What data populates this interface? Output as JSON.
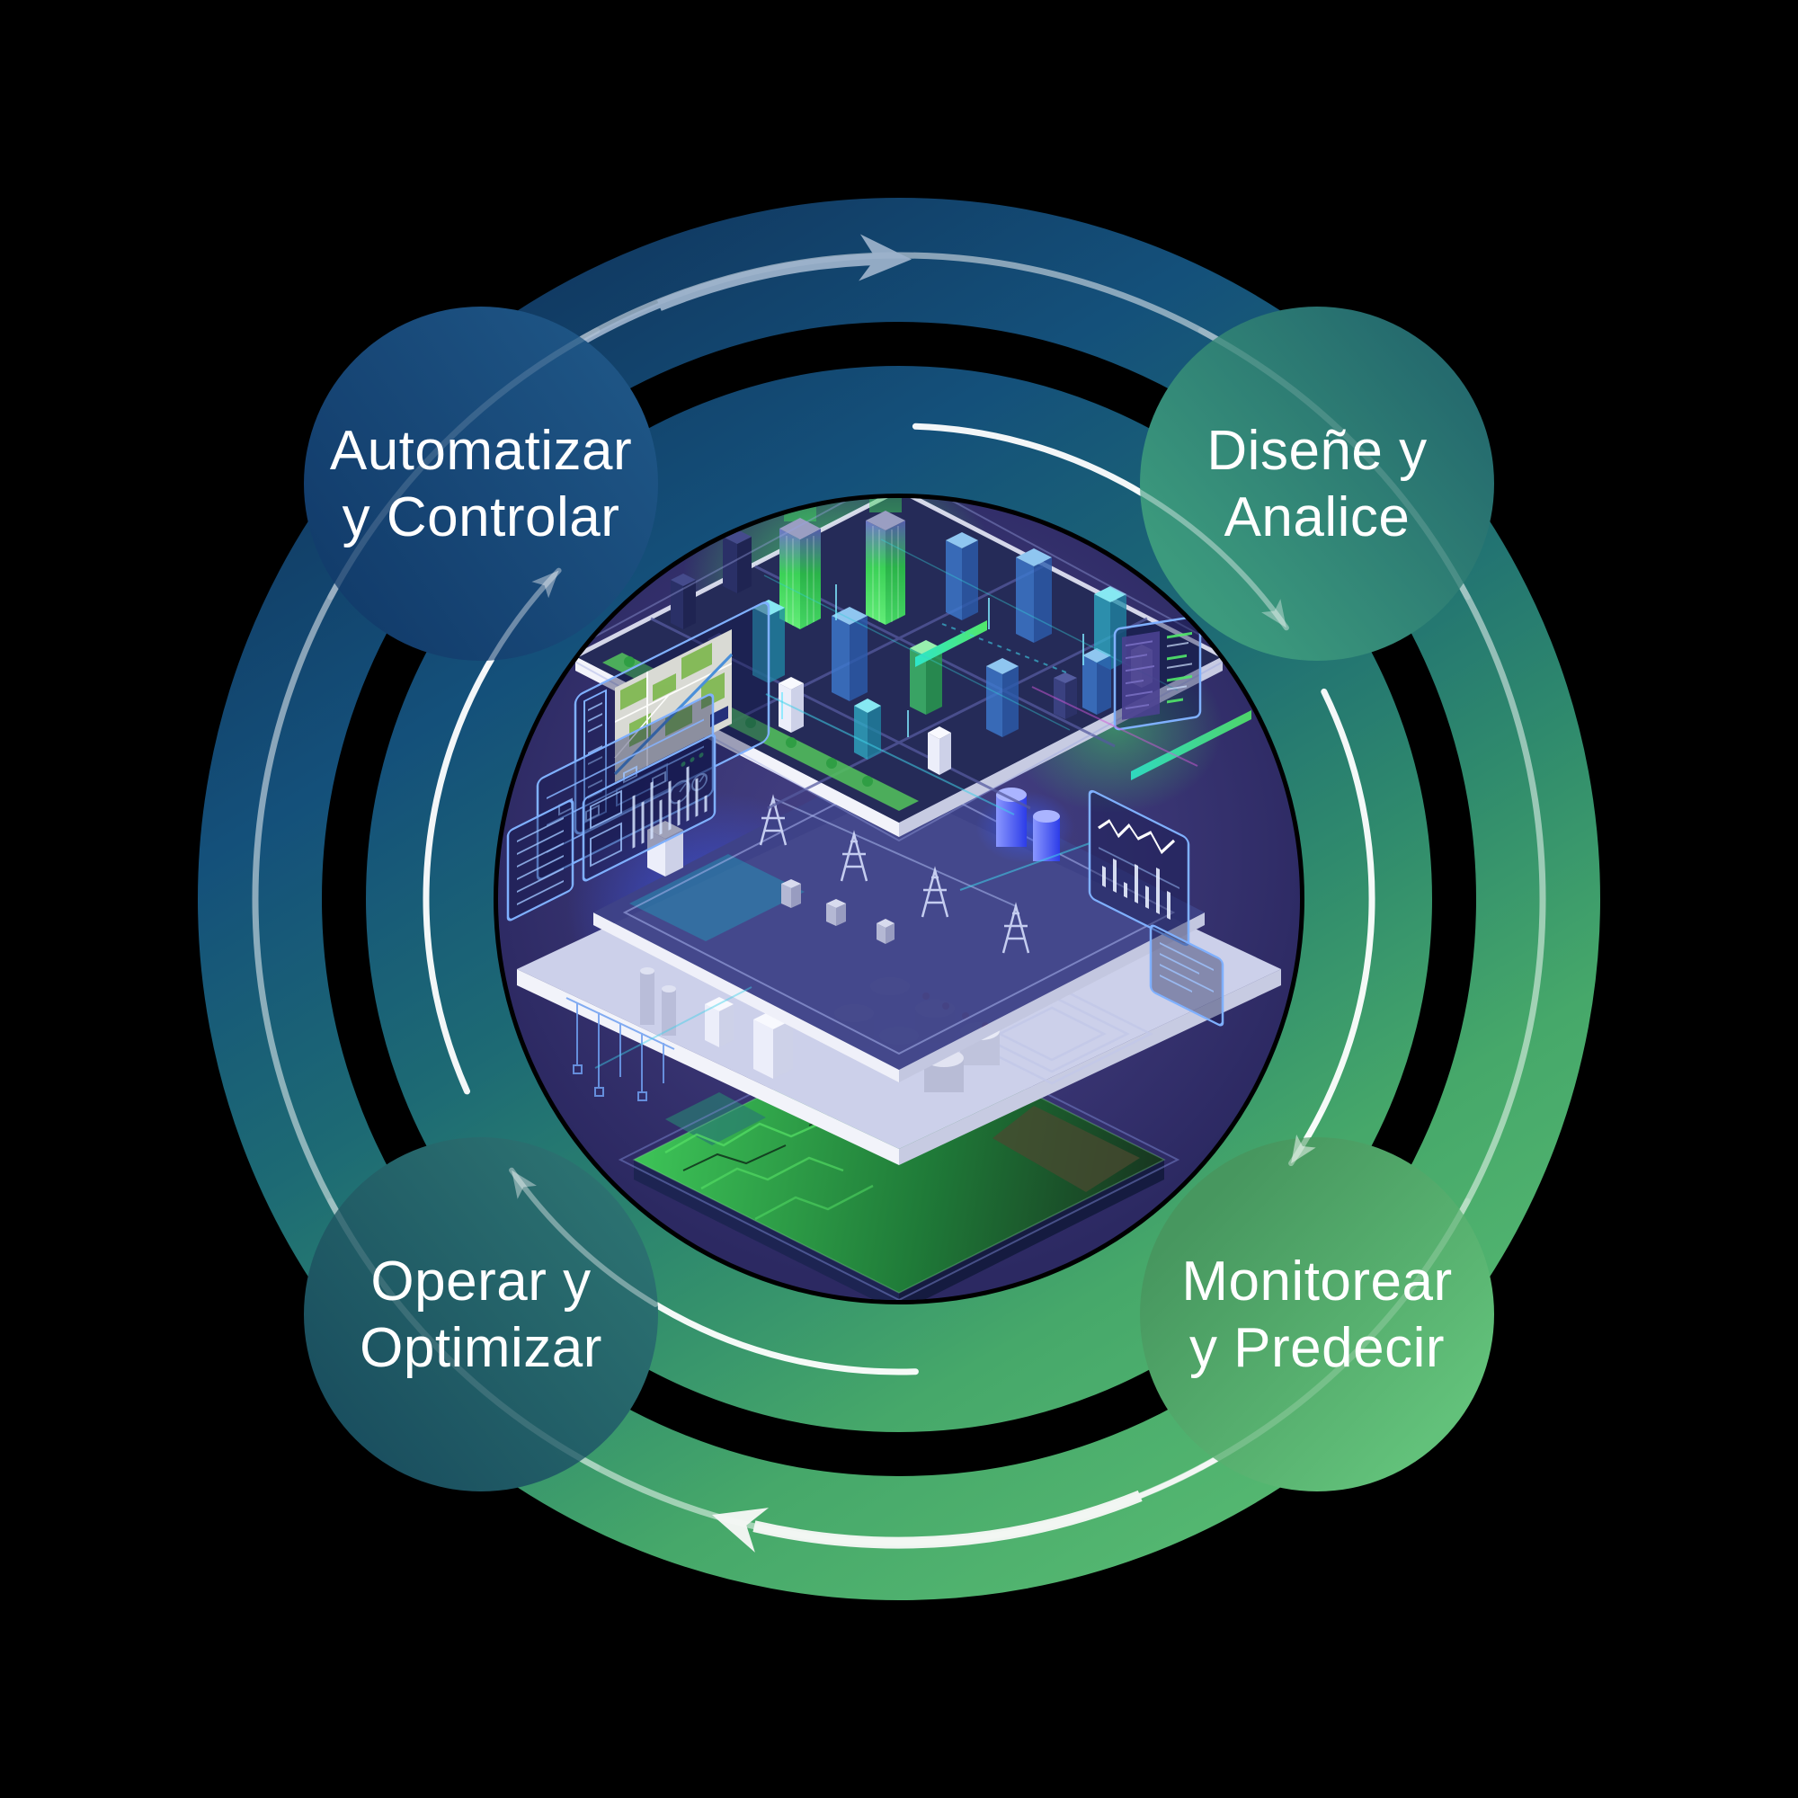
{
  "diagram": {
    "type": "cycle-diagram",
    "flow_direction": "clockwise",
    "background_color": "#000000",
    "center_illustration": "isometric-smart-city-layer-stack",
    "steps": [
      {
        "id": "automate-control",
        "position": "top-left",
        "line1": "Automatizar",
        "line2": "y Controlar",
        "circle_color": "#174a7a"
      },
      {
        "id": "design-analyze",
        "position": "top-right",
        "line1": "Diseñe y",
        "line2": "Analice",
        "circle_color": "#2d7a72"
      },
      {
        "id": "operate-optimize",
        "position": "bottom-left",
        "line1": "Operar y",
        "line2": "Optimizar",
        "circle_color": "#24646a"
      },
      {
        "id": "monitor-predict",
        "position": "bottom-right",
        "line1": "Monitorear",
        "line2": "y Predecir",
        "circle_color": "#55ab6c"
      }
    ],
    "colors": {
      "ring_gradient_start": "#10355d",
      "ring_gradient_end": "#58bb72",
      "center_circle": "#38346f",
      "arc_lines": "#ffffff",
      "top_arrow": "#9db3cc",
      "bottom_arrow": "#f6f8f6"
    },
    "icons": {
      "flow_arrow_top": "clockwise-arrow-icon",
      "flow_arrow_bottom": "clockwise-arrow-icon",
      "step_arrowheads": "clockwise-chevron-icon"
    }
  }
}
